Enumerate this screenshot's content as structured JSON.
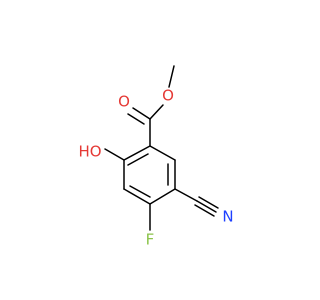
{
  "molecule": {
    "atoms": [
      {
        "id": "O_ether",
        "symbol": "O",
        "color": "#e53935"
      },
      {
        "id": "O_carbonyl",
        "symbol": "O",
        "color": "#e53935"
      },
      {
        "id": "OH",
        "symbol": "HO",
        "color": "#e53935"
      },
      {
        "id": "F",
        "symbol": "F",
        "color": "#8bc34a"
      },
      {
        "id": "N",
        "symbol": "N",
        "color": "#1e40ff"
      }
    ]
  }
}
